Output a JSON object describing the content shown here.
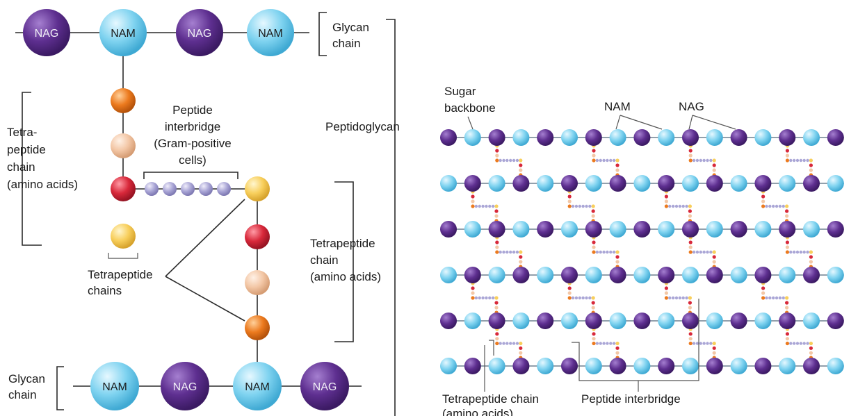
{
  "colors": {
    "nag": "#5e2f90",
    "nam": "#7fd3f0",
    "amino_orange": "#ec7a1e",
    "amino_peach": "#f3c7a6",
    "amino_red": "#d8283a",
    "amino_yellow": "#f8cf5c",
    "bridge": "#aaa6d6"
  },
  "left": {
    "top_chain": [
      "NAG",
      "NAM",
      "NAG",
      "NAM"
    ],
    "bottom_chain": [
      "NAM",
      "NAG",
      "NAM",
      "NAG"
    ],
    "glycan_top": [
      "Glycan",
      "chain"
    ],
    "glycan_bottom": [
      "Glycan",
      "chain"
    ],
    "tetra_left": [
      "Tetra-",
      "peptide",
      "chain",
      "(amino acids)"
    ],
    "peptide_interbridge": [
      "Peptide",
      "interbridge",
      "(Gram-positive",
      "cells)"
    ],
    "tetrapeptide_chains": [
      "Tetrapeptide",
      "chains"
    ],
    "tetra_right": [
      "Tetrapeptide",
      "chain",
      "(amino acids)"
    ],
    "peptidoglycan": "Peptidoglycan"
  },
  "right": {
    "sugar_backbone": [
      "Sugar",
      "backbone"
    ],
    "nam": "NAM",
    "nag": "NAG",
    "tetrapeptide_chain": [
      "Tetrapeptide chain",
      "(amino acids)"
    ],
    "peptide_interbridge": "Peptide interbridge"
  }
}
